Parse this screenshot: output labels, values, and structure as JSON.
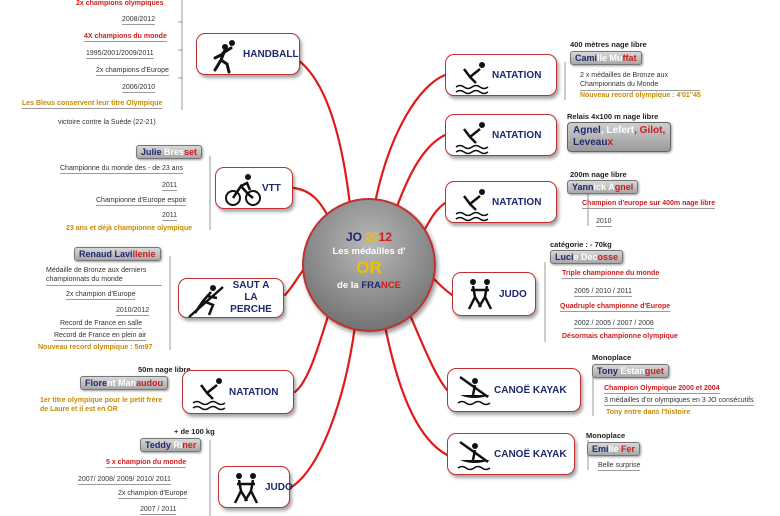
{
  "center": {
    "jo": "JO",
    "year_a": "20",
    "year_b": "12",
    "line2": "Les médailles d'",
    "or": "OR",
    "de_la": "de la",
    "fra": "FRA",
    "nce": "NCE"
  },
  "left": {
    "handball": {
      "label": "HANDBALL",
      "items": [
        "2x champions olympiques",
        "2008/2012",
        "4X champions du monde",
        "1995/2001/2009/2011",
        "2x champions d'Europe",
        "2006/2010",
        "Les Bleus conservent leur titre Olympique",
        "victoire contre la Suède (22-21)"
      ]
    },
    "vtt": {
      "label": "VTT",
      "name_a": "Julie",
      "name_b": "Bres",
      "name_c": "set",
      "items": [
        "Championne du monde des - de 23 ans",
        "2011",
        "Championne d'Europe espoir",
        "2011",
        "23 ans et déjà championne olympique"
      ]
    },
    "perche": {
      "label_1": "SAUT A LA",
      "label_2": "PERCHE",
      "name_a": "Renaud Lavi",
      "name_b": "llenie",
      "items": [
        "Médaille de Bronze aux derniers championnats du monde",
        "2x champion d'Europe",
        "2010/2012",
        "Record de France en salle",
        "Record de France en plein air",
        "Nouveau record olympique : 5m97"
      ]
    },
    "natation": {
      "label": "NATATION",
      "event": "50m nage libre",
      "name_a": "Flore",
      "name_b": "nt Man",
      "name_c": "audou",
      "items": [
        "1er titre olympique pour le petit frère de Laure et il est en OR"
      ]
    },
    "judo": {
      "label": "JUDO",
      "event": "+ de 100 kg",
      "name_a": "Teddy",
      "name_b": " Ri",
      "name_c": "ner",
      "items": [
        "5 x champion du monde",
        "2007/ 2008/ 2009/ 2010/ 2011",
        "2x champion d'Europe",
        "2007 / 2011"
      ]
    }
  },
  "right": {
    "nat1": {
      "label": "NATATION",
      "event": "400 mètres nage libre",
      "name_a": "Cami",
      "name_b": "lle Mu",
      "name_c": "ffat",
      "items": [
        "2 x médailles de Bronze aux Championnats du Monde",
        "Nouveau record olympique : 4'01''45"
      ]
    },
    "nat2": {
      "label": "NATATION",
      "event": "Relais 4x100 m nage libre",
      "names_1a": "Agnel",
      "names_1b": ", Lefert",
      "names_1c": ", Gilot,",
      "names_2a": "Leveau",
      "names_2b": "x"
    },
    "nat3": {
      "label": "NATATION",
      "event": "200m nage libre",
      "name_a": "Yann",
      "name_b": "ick A",
      "name_c": "gnel",
      "items": [
        "Champion d'europe sur 400m nage libre",
        "2010"
      ]
    },
    "judo": {
      "label": "JUDO",
      "event": "catégorie : - 70kg",
      "name_a": "Luci",
      "name_b": "e Dec",
      "name_c": "osse",
      "items": [
        "Triple championne du monde",
        "2005 / 2010 / 2011",
        "Quadruple championne d'Europe",
        "2002 / 2005 / 2007 / 2008",
        "Désormais championne olympique"
      ]
    },
    "kayak1": {
      "label": "CANOË KAYAK",
      "event": "Monoplace",
      "name_a": "Tony",
      "name_b": " Estan",
      "name_c": "guet",
      "items": [
        "Champion Olympique 2000 et 2004",
        "3 médailles d'or olympiques en 3 JO consécutifs",
        "Tony entre dans l'histoire"
      ]
    },
    "kayak2": {
      "label": "CANOË KAYAK",
      "event": "Monoplace",
      "name_a": "Emi",
      "name_b": "lie ",
      "name_c": "Fer",
      "items": [
        "Belle surprise"
      ]
    }
  },
  "colors": {
    "link": "#e01a1a",
    "node_text": "#1f2a6e",
    "accent_red": "#d01c1c",
    "gold": "#c98a00"
  }
}
